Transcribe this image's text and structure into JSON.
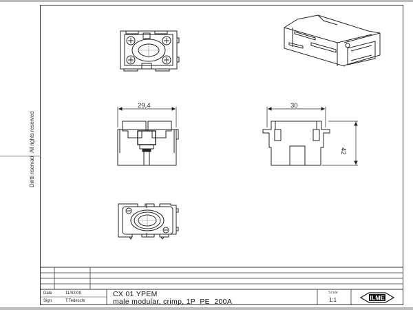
{
  "sheet": {
    "side_notes": {
      "rights_reserved": "All rights reserved",
      "diritti_riservati": "Diritti riservati"
    },
    "views": [
      {
        "name": "top-view"
      },
      {
        "name": "isometric-view"
      },
      {
        "name": "front-view",
        "dimension": "29,4"
      },
      {
        "name": "side-view",
        "width_dimension": "30",
        "height_dimension": "42"
      },
      {
        "name": "bottom-view"
      }
    ],
    "title_block": {
      "date_label": "Date",
      "date_value": "11/02/09",
      "sign_label": "Sign.",
      "sign_value": "T.Tedeschi",
      "part_code": "CX 01 YPEM",
      "description": "male modular, crimp, 1P  PE  200A",
      "scale_label": "Scale",
      "scale_value": "1:1",
      "logo_text": "ILME"
    }
  }
}
